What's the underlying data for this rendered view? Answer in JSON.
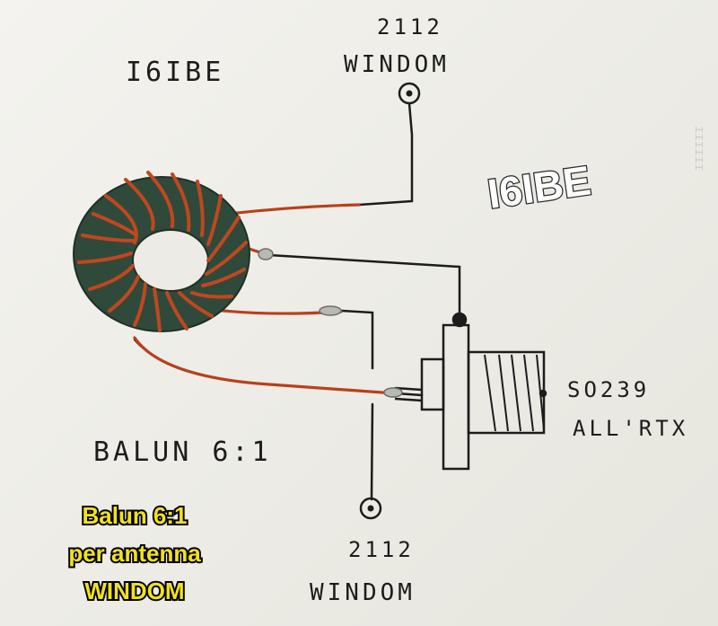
{
  "labels": {
    "callsign_handwritten": "I6IBE",
    "feed_top_ratio": "2112",
    "feed_top_name": "WINDOM",
    "connector_model": "SO239",
    "connector_dest": "ALL'RTX",
    "balun_handwritten": "BALUN 6:1",
    "feed_bottom_ratio": "2112",
    "feed_bottom_name": "WINDOM",
    "bleed_through": "ɪɪɪɪɪɪ"
  },
  "badge": {
    "callsign": "I6IBE"
  },
  "caption": {
    "line1": "Balun 6:1",
    "line2": "per antenna",
    "line3": "WINDOM"
  },
  "colors": {
    "paper": "#efeee9",
    "ink": "#1c1c1c",
    "copper": "#b8411b",
    "core": "#2f4a3a",
    "caption_fill": "#f2e21a"
  }
}
